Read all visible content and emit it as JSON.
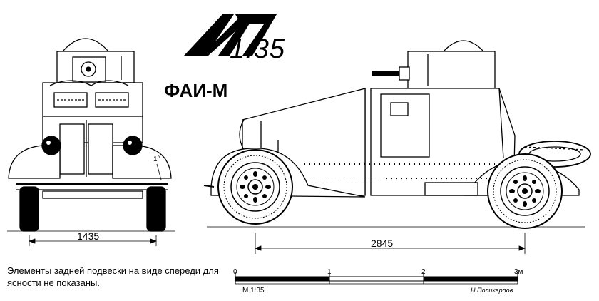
{
  "header": {
    "scale_logo": "1:35",
    "model_name": "ФАИ-М"
  },
  "dimensions": {
    "front_track": "1435",
    "wheelbase": "2845",
    "angle_mark": "1°"
  },
  "note": {
    "text": "Элементы задней подвески на виде спереди для ясности не показаны."
  },
  "scale_bar": {
    "ticks": [
      {
        "label": "0",
        "value": 0
      },
      {
        "label": "1",
        "value": 1
      },
      {
        "label": "2",
        "value": 2
      },
      {
        "label": "3м",
        "value": 3
      }
    ],
    "scale_label": "М 1:35",
    "author": "Н.Поликарпов"
  },
  "colors": {
    "ink": "#000000",
    "paper": "#ffffff",
    "shade": "#d8d8d8"
  }
}
